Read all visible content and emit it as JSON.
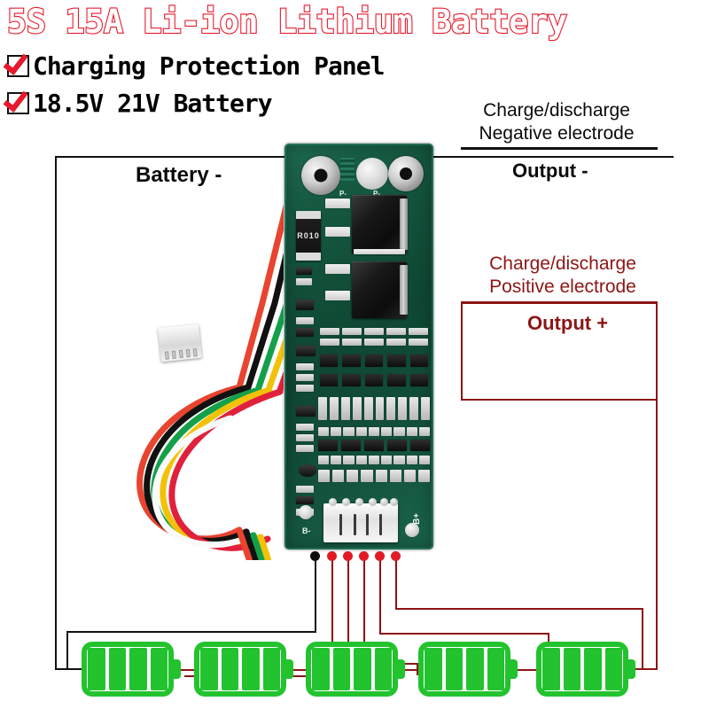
{
  "headline": {
    "title": "5S 15A Li-ion Lithium Battery",
    "bullets": [
      {
        "text": "Charging Protection Panel",
        "icon": "check-icon"
      },
      {
        "text": "18.5V 21V Battery",
        "icon": "check-icon"
      }
    ]
  },
  "labels": {
    "battery_negative": "Battery -",
    "charge_discharge_negative": "Charge/discharge\nNegative electrode",
    "charge_discharge_negative_line1": "Charge/discharge",
    "charge_discharge_negative_line2": "Negative electrode",
    "output_negative": "Output -",
    "charge_discharge_positive_line1": "Charge/discharge",
    "charge_discharge_positive_line2": "Positive electrode",
    "output_positive": "Output +"
  },
  "pcb": {
    "silkscreen": [
      {
        "name": "big-resistor",
        "text": "R010"
      },
      {
        "name": "pad-label-d-minus",
        "text": "P-"
      },
      {
        "name": "pad-label-p-minus",
        "text": "P-"
      },
      {
        "name": "pad-label-b-minus",
        "text": "B-"
      },
      {
        "name": "pad-label-b-plus",
        "text": "B+"
      }
    ],
    "mounting_holes": 3,
    "mosfets": 2,
    "connector_pins": 6
  },
  "batteries": {
    "count": 5,
    "cells_per_icon": 4,
    "icon": "battery-icon"
  },
  "wires": {
    "dot_colors": [
      "black",
      "red",
      "red",
      "red",
      "red",
      "red"
    ],
    "harness_colors": [
      "black",
      "red",
      "yellow",
      "green",
      "white",
      "orange"
    ]
  },
  "colors": {
    "title_stroke": "#e8192c",
    "accent_red": "#8d1515",
    "wire_red": "#e01b24",
    "wire_black": "#0b0b0b",
    "battery_green": "#22c32e",
    "pcb_green": "#0f4733",
    "text_black": "#0b0b0b"
  }
}
